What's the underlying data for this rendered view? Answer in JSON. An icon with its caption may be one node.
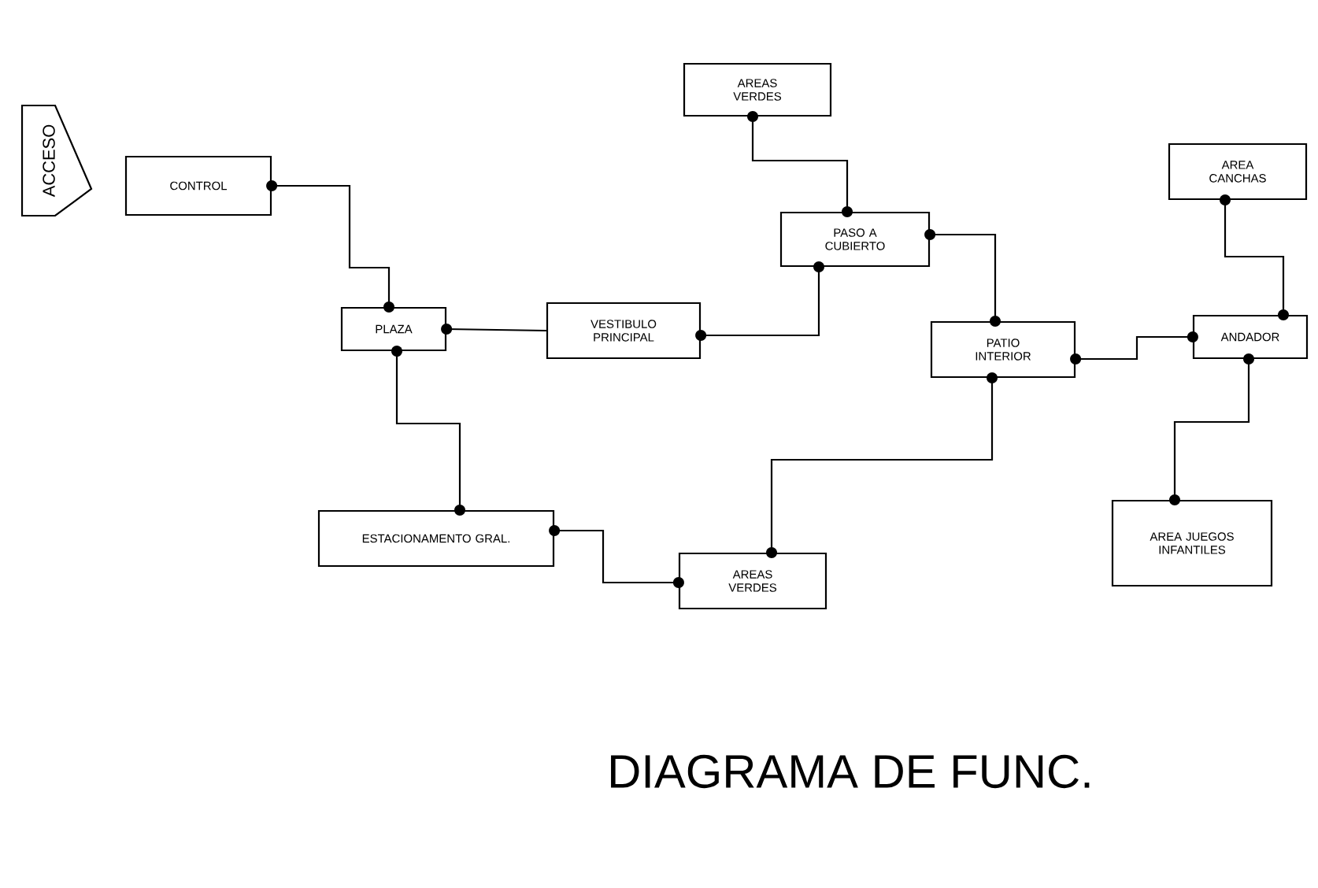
{
  "diagram": {
    "caption": "DIAGRAMA DE FUNC.",
    "nodes": [
      {
        "text": [
          "ACCESO"
        ]
      },
      {
        "text": [
          "CONTROL"
        ]
      },
      {
        "text": [
          "PLAZA"
        ]
      },
      {
        "text": [
          "VESTIBULO PRINCIPAL"
        ]
      },
      {
        "text": [
          "AREAS VERDES"
        ]
      },
      {
        "text": [
          "PASO A CUBIERTO"
        ]
      },
      {
        "text": [
          "PATIO INTERIOR"
        ]
      },
      {
        "text": [
          "AREA CANCHAS"
        ]
      },
      {
        "text": [
          "ANDADOR"
        ]
      },
      {
        "text": [
          "ESTACIONAMENTO GRAL."
        ]
      },
      {
        "text": [
          "AREAS VERDES"
        ]
      },
      {
        "text": [
          "AREA JUEGOS INFANTILES"
        ]
      }
    ],
    "edges": [
      {
        "from": 1,
        "to": 2,
        "arrow": "other"
      },
      {
        "from": 2,
        "to": 3,
        "arrow": "other"
      },
      {
        "from": 3,
        "to": 5,
        "arrow": "other"
      },
      {
        "from": 4,
        "to": 5,
        "arrow": "other"
      },
      {
        "from": 5,
        "to": 6,
        "arrow": "other"
      },
      {
        "from": 6,
        "to": 8,
        "arrow": "other"
      },
      {
        "from": 7,
        "to": 8,
        "arrow": "other"
      },
      {
        "from": 8,
        "to": 11,
        "arrow": "other"
      },
      {
        "from": 2,
        "to": 9,
        "arrow": "other"
      },
      {
        "from": 9,
        "to": 10,
        "arrow": "other"
      },
      {
        "from": 6,
        "to": 10,
        "arrow": "other"
      }
    ]
  }
}
